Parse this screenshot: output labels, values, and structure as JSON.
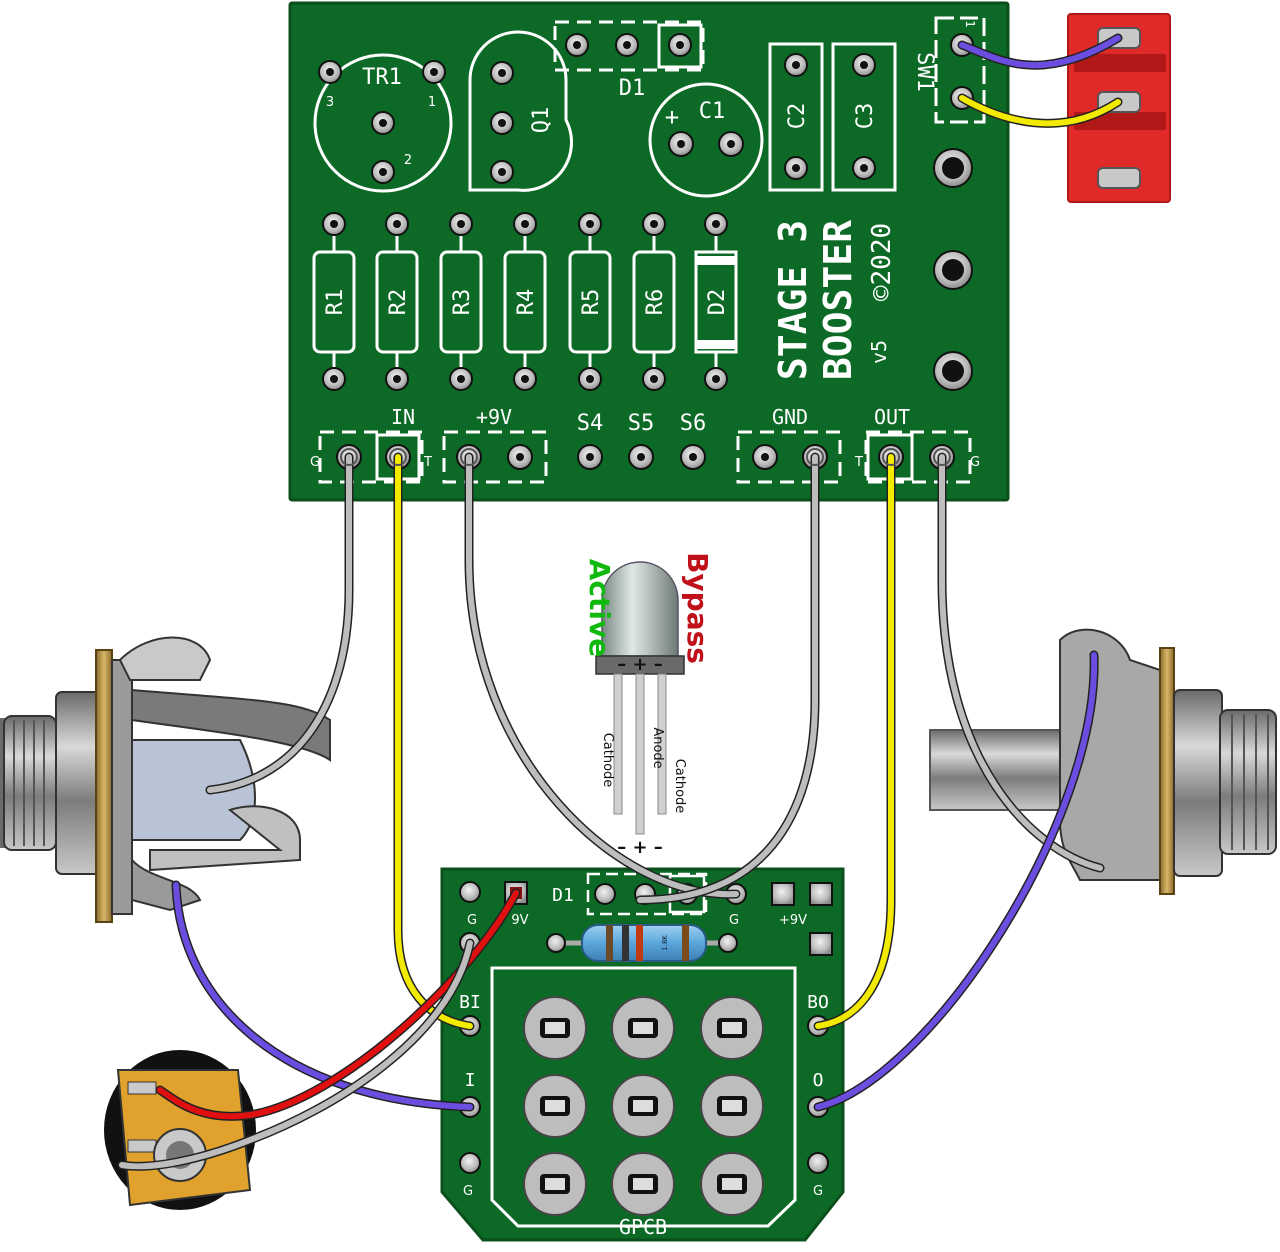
{
  "main_pcb": {
    "title_line1": "STAGE 3",
    "title_line2": "BOOSTER",
    "copyright": "©2020",
    "version": "v5",
    "components": {
      "tr1": "TR1",
      "tr1_pin1": "1",
      "tr1_pin2": "2",
      "tr1_pin3": "3",
      "q1": "Q1",
      "d1": "D1",
      "c1": "C1",
      "c1_plus": "+",
      "c2": "C2",
      "c3": "C3",
      "sw1": "SW1",
      "sw1_pin": "1",
      "resistors": [
        "R1",
        "R2",
        "R3",
        "R4",
        "R5",
        "R6"
      ],
      "d2": "D2"
    },
    "pads": {
      "in": "IN",
      "in_g": "G",
      "in_t": "T",
      "v9": "+9V",
      "s4": "S4",
      "s5": "S5",
      "s6": "S6",
      "gnd": "GND",
      "out": "OUT",
      "out_t": "T",
      "out_g": "G"
    }
  },
  "led": {
    "bypass": "Bypass",
    "active": "Active",
    "top_signs": "– + –",
    "bottom_signs": "– + –",
    "pin_left": "Cathode",
    "pin_mid": "Anode",
    "pin_right": "Cathode"
  },
  "gpcb": {
    "name": "GPCB",
    "d1": "D1",
    "g_left": "G",
    "v9_left": "9V",
    "g_right": "G",
    "v9_right": "+9V",
    "bi": "BI",
    "bo": "BO",
    "i": "I",
    "o": "O",
    "g_bottom_left": "G",
    "g_bottom_right": "G",
    "resistor_value": "1.8K"
  },
  "colors": {
    "pcb_green": "#0c6a26",
    "pcb_edge": "#095a1f",
    "wire_yellow": "#f2ea00",
    "wire_purple": "#6b4ee0",
    "wire_gray": "#bdbdbd",
    "wire_red": "#e01010",
    "switch_red": "#e02a2a",
    "bypass_red": "#c0101a",
    "active_green": "#11b90f"
  }
}
